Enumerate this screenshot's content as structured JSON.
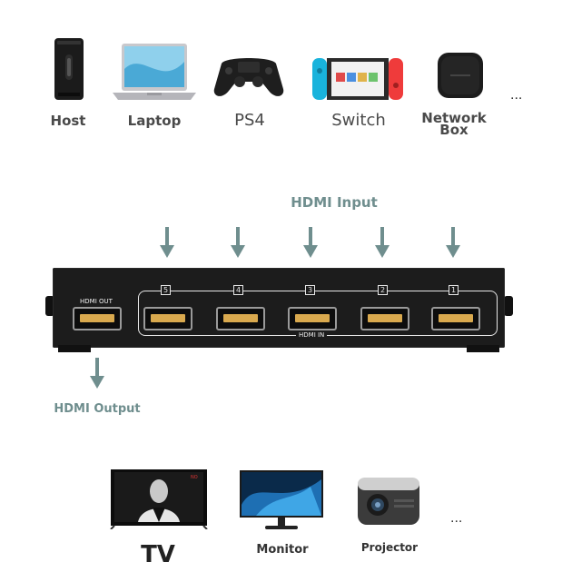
{
  "sources": [
    {
      "label": "Host",
      "icon": "host-pc-icon"
    },
    {
      "label": "Laptop",
      "icon": "laptop-icon"
    },
    {
      "label": "PS4",
      "icon": "gamepad-icon"
    },
    {
      "label": "Switch",
      "icon": "switch-console-icon"
    },
    {
      "label": "Network Box",
      "icon": "network-box-icon"
    }
  ],
  "more_sources": "...",
  "input_title": "HDMI Input",
  "switch": {
    "out_label": "HDMI OUT",
    "in_label": "HDMI IN",
    "ports": [
      "5",
      "4",
      "3",
      "2",
      "1"
    ]
  },
  "output_title": "HDMI Output",
  "displays": [
    {
      "label": "TV",
      "icon": "tv-icon"
    },
    {
      "label": "Monitor",
      "icon": "monitor-icon"
    },
    {
      "label": "Projector",
      "icon": "projector-icon"
    }
  ],
  "more_displays": "..."
}
